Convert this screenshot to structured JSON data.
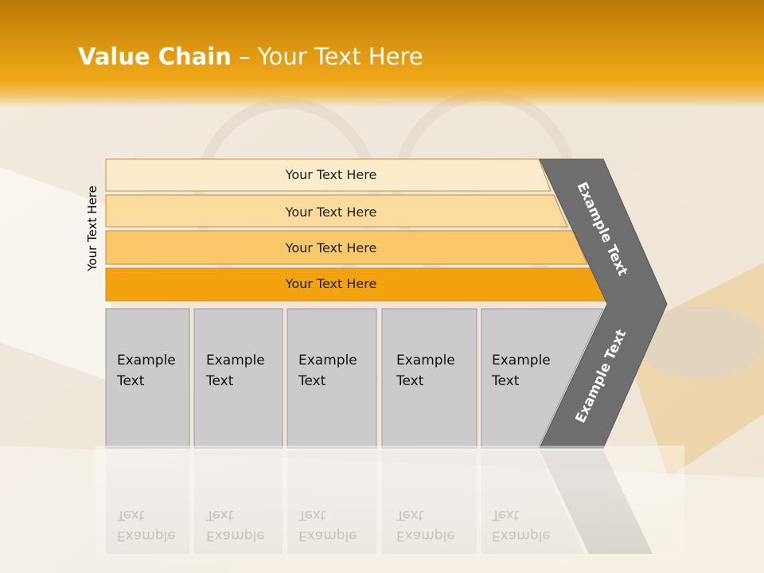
{
  "title": {
    "bold": "Value Chain",
    "rest": " – Your Text Here"
  },
  "vertical_label": "Your Text Here",
  "bands": [
    {
      "label": "Your Text Here",
      "color": "#fdeccc"
    },
    {
      "label": "Your Text Here",
      "color": "#fbdc9c"
    },
    {
      "label": "Your Text Here",
      "color": "#f9c86a"
    },
    {
      "label": "Your Text Here",
      "color": "#f2a20e"
    }
  ],
  "boxes": [
    {
      "line1": "Example",
      "line2": "Text"
    },
    {
      "line1": "Example",
      "line2": "Text"
    },
    {
      "line1": "Example",
      "line2": "Text"
    },
    {
      "line1": "Example",
      "line2": "Text"
    },
    {
      "line1": "Example",
      "line2": "Text"
    }
  ],
  "chevron": {
    "upper": "Example Text",
    "lower": "Example Text",
    "color": "#6e6e6e"
  },
  "box_color": "#cbcbcb"
}
